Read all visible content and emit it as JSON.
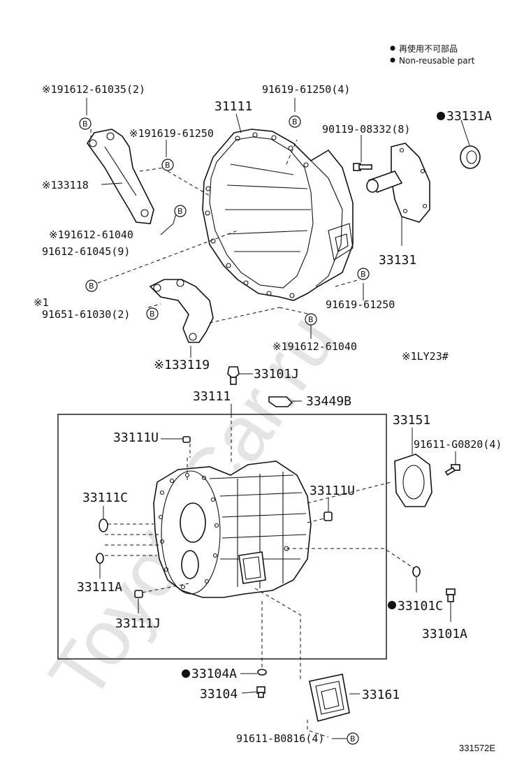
{
  "legend": {
    "jp": "再使用不可部品",
    "en": "Non-reusable part"
  },
  "watermark": "ToyotaCar.ru",
  "figure_code": "331572E",
  "variant_note": "※1LY23#",
  "b_marker": "B",
  "labels": {
    "p191612_61035": "※191612-61035(2)",
    "p91619_61250_4": "91619-61250(4)",
    "p31111": "31111",
    "p191619_61250": "※191619-61250",
    "p90119_08332": "90119-08332(8)",
    "p33131A": "33131A",
    "p133118": "※133118",
    "p191612_61040_a": "※191612-61040",
    "p91612_61045": "91612-61045(9)",
    "p33131": "33131",
    "p_note1": "※1",
    "p91651_61030": "91651-61030(2)",
    "p91619_61250": "91619-61250",
    "p191612_61040_b": "※191612-61040",
    "p133119": "※133119",
    "p33101J": "33101J",
    "p33111": "33111",
    "p33449B": "33449B",
    "p33151": "33151",
    "p33111U_a": "33111U",
    "p91611_G0820": "91611-G0820(4)",
    "p33111C": "33111C",
    "p33111U_b": "33111U",
    "p33111A": "33111A",
    "p33101C": "33101C",
    "p33111J": "33111J",
    "p33101A": "33101A",
    "p33104A": "33104A",
    "p33104": "33104",
    "p33161": "33161",
    "p91611_B0816": "91611-B0816(4)"
  }
}
